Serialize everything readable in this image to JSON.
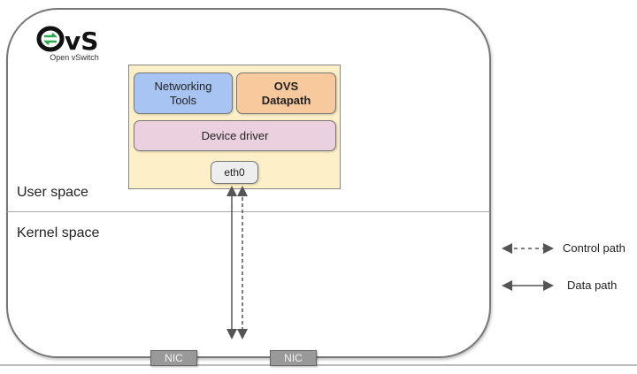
{
  "logo": {
    "mark": "OvS",
    "subtitle": "Open vSwitch"
  },
  "regions": {
    "user_space": "User space",
    "kernel_space": "Kernel space"
  },
  "stack": {
    "networking_tools": "Networking Tools",
    "ovs_datapath": "OVS Datapath",
    "device_driver": "Device driver",
    "interface": "eth0"
  },
  "nics": [
    "NIC",
    "NIC"
  ],
  "legend": [
    {
      "style": "dashed",
      "label": "Control path"
    },
    {
      "style": "solid",
      "label": "Data path"
    }
  ],
  "colors": {
    "networking_tools": "#a7c4f2",
    "ovs_datapath": "#f7c99c",
    "device_driver": "#ebd0df",
    "stack_bg": "#fdf0c8",
    "logo_arrows": "#2aa84a"
  }
}
